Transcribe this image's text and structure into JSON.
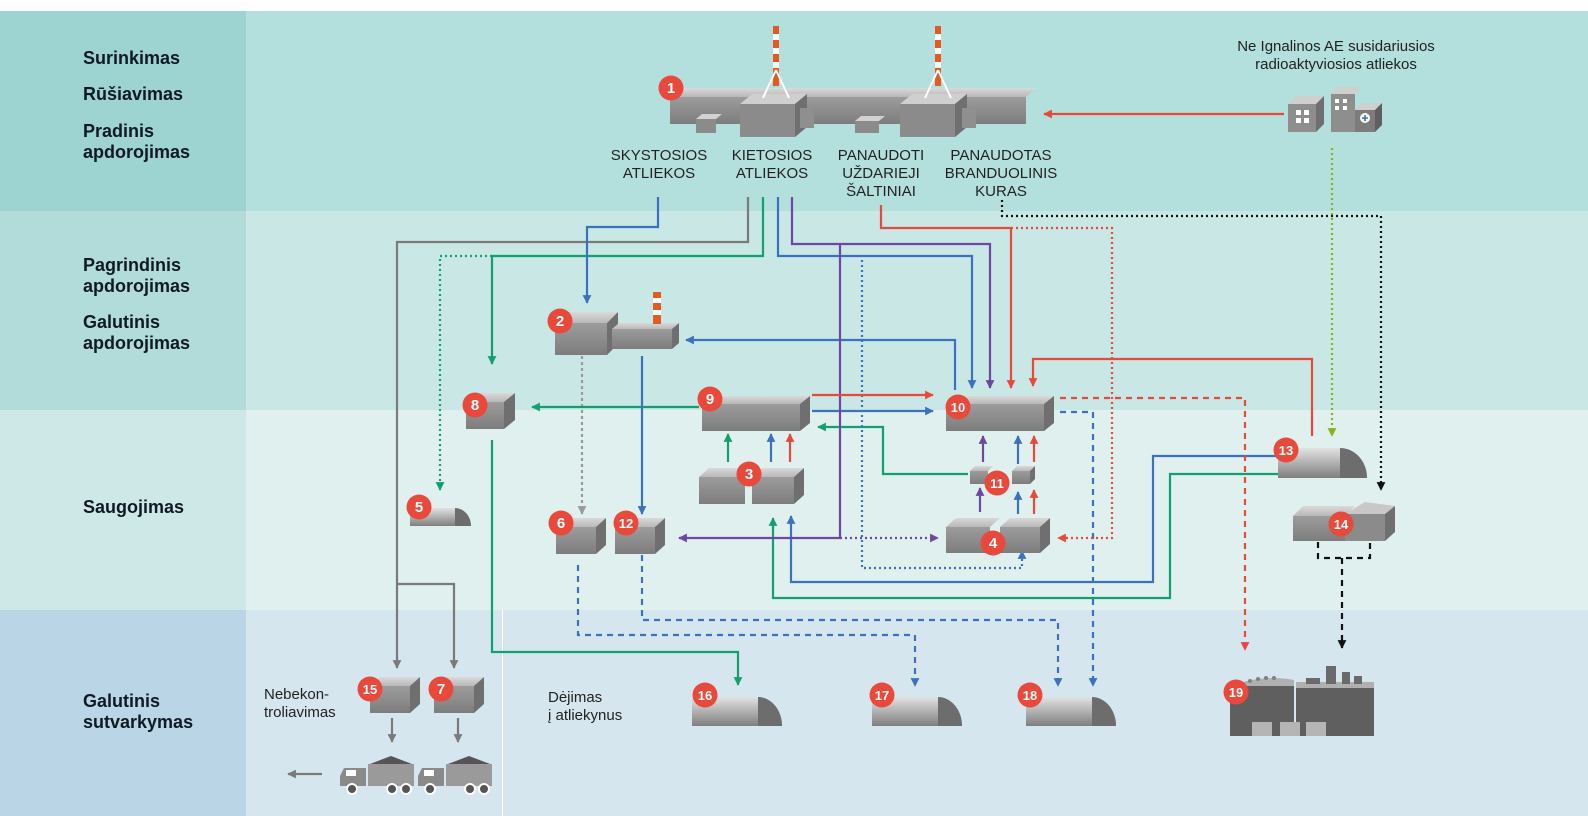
{
  "stages": {
    "s1": [
      "Surinkimas",
      "Rūšiavimas",
      "Pradinis\napdorojimas"
    ],
    "s2": [
      "Pagrindinis\napdorojimas",
      "Galutinis\napdorojimas"
    ],
    "s3": "Saugojimas",
    "s4": "Galutinis\nsutvarkymas"
  },
  "top_note": "Ne Ignalinos AE susidariusios\nradioaktyviosios atliekos",
  "waste_types": {
    "liquid": "SKYSTOSIOS\nATLIEKOS",
    "solid": "KIETOSIOS\nATLIEKOS",
    "sources": "PANAUDOTI\nUŽDARIEJI\nŠALTINIAI",
    "fuel": "PANAUDOTAS\nBRANDUOLINIS\nKURAS"
  },
  "notes": {
    "clearance": "Nebekon-\ntroliavimas",
    "disposal": "Dėjimas\nį atliekynus"
  },
  "markers": [
    "1",
    "2",
    "3",
    "4",
    "5",
    "6",
    "7",
    "8",
    "9",
    "10",
    "11",
    "12",
    "13",
    "14",
    "15",
    "16",
    "17",
    "18",
    "19"
  ],
  "colors": {
    "band1": "#b3dfdd",
    "band1_side": "#9dd3d1",
    "band2": "#c9e7e5",
    "band2_side": "#b2dcda",
    "band3": "#dff0ef",
    "band3_side": "#cde8e6",
    "band4": "#d6e6ee",
    "band4_side": "#bad6e6",
    "marker": "#e8493a",
    "red": "#e8493a",
    "blue": "#3b71c0",
    "green": "#12a06f",
    "purple": "#6c47a3",
    "grey": "#7a7a7a",
    "lime": "#8ab21c",
    "black": "#111111"
  }
}
